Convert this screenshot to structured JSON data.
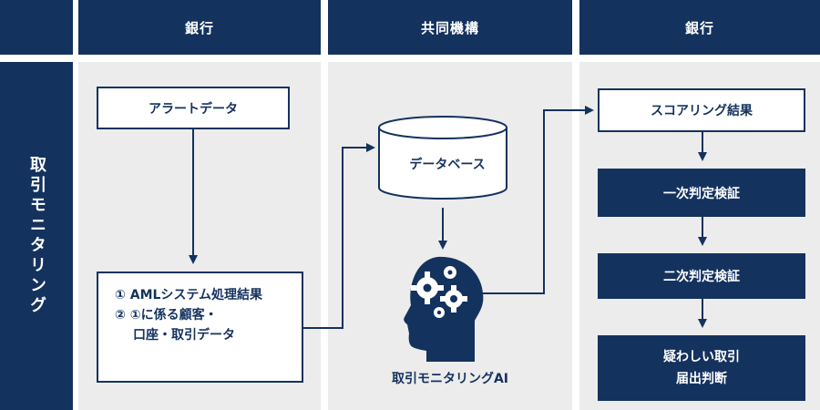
{
  "headers": {
    "bank_left": "銀行",
    "consortium": "共同機構",
    "bank_right": "銀行"
  },
  "side_label": "取引モニタリング",
  "left": {
    "alert_data": "アラートデータ",
    "results_line1": "① AMLシステム処理結果",
    "results_line2": "② ①に係る顧客・",
    "results_line3": "口座・取引データ"
  },
  "center": {
    "database": "データベース",
    "ai_label": "取引モニタリングAI"
  },
  "right": {
    "scoring_result": "スコアリング結果",
    "first_check": "一次判定検証",
    "second_check": "二次判定検証",
    "suspicious_line1": "疑わしい取引",
    "suspicious_line2": "届出判断"
  },
  "colors": {
    "navy": "#14325e",
    "lane_bg": "#ececec"
  }
}
